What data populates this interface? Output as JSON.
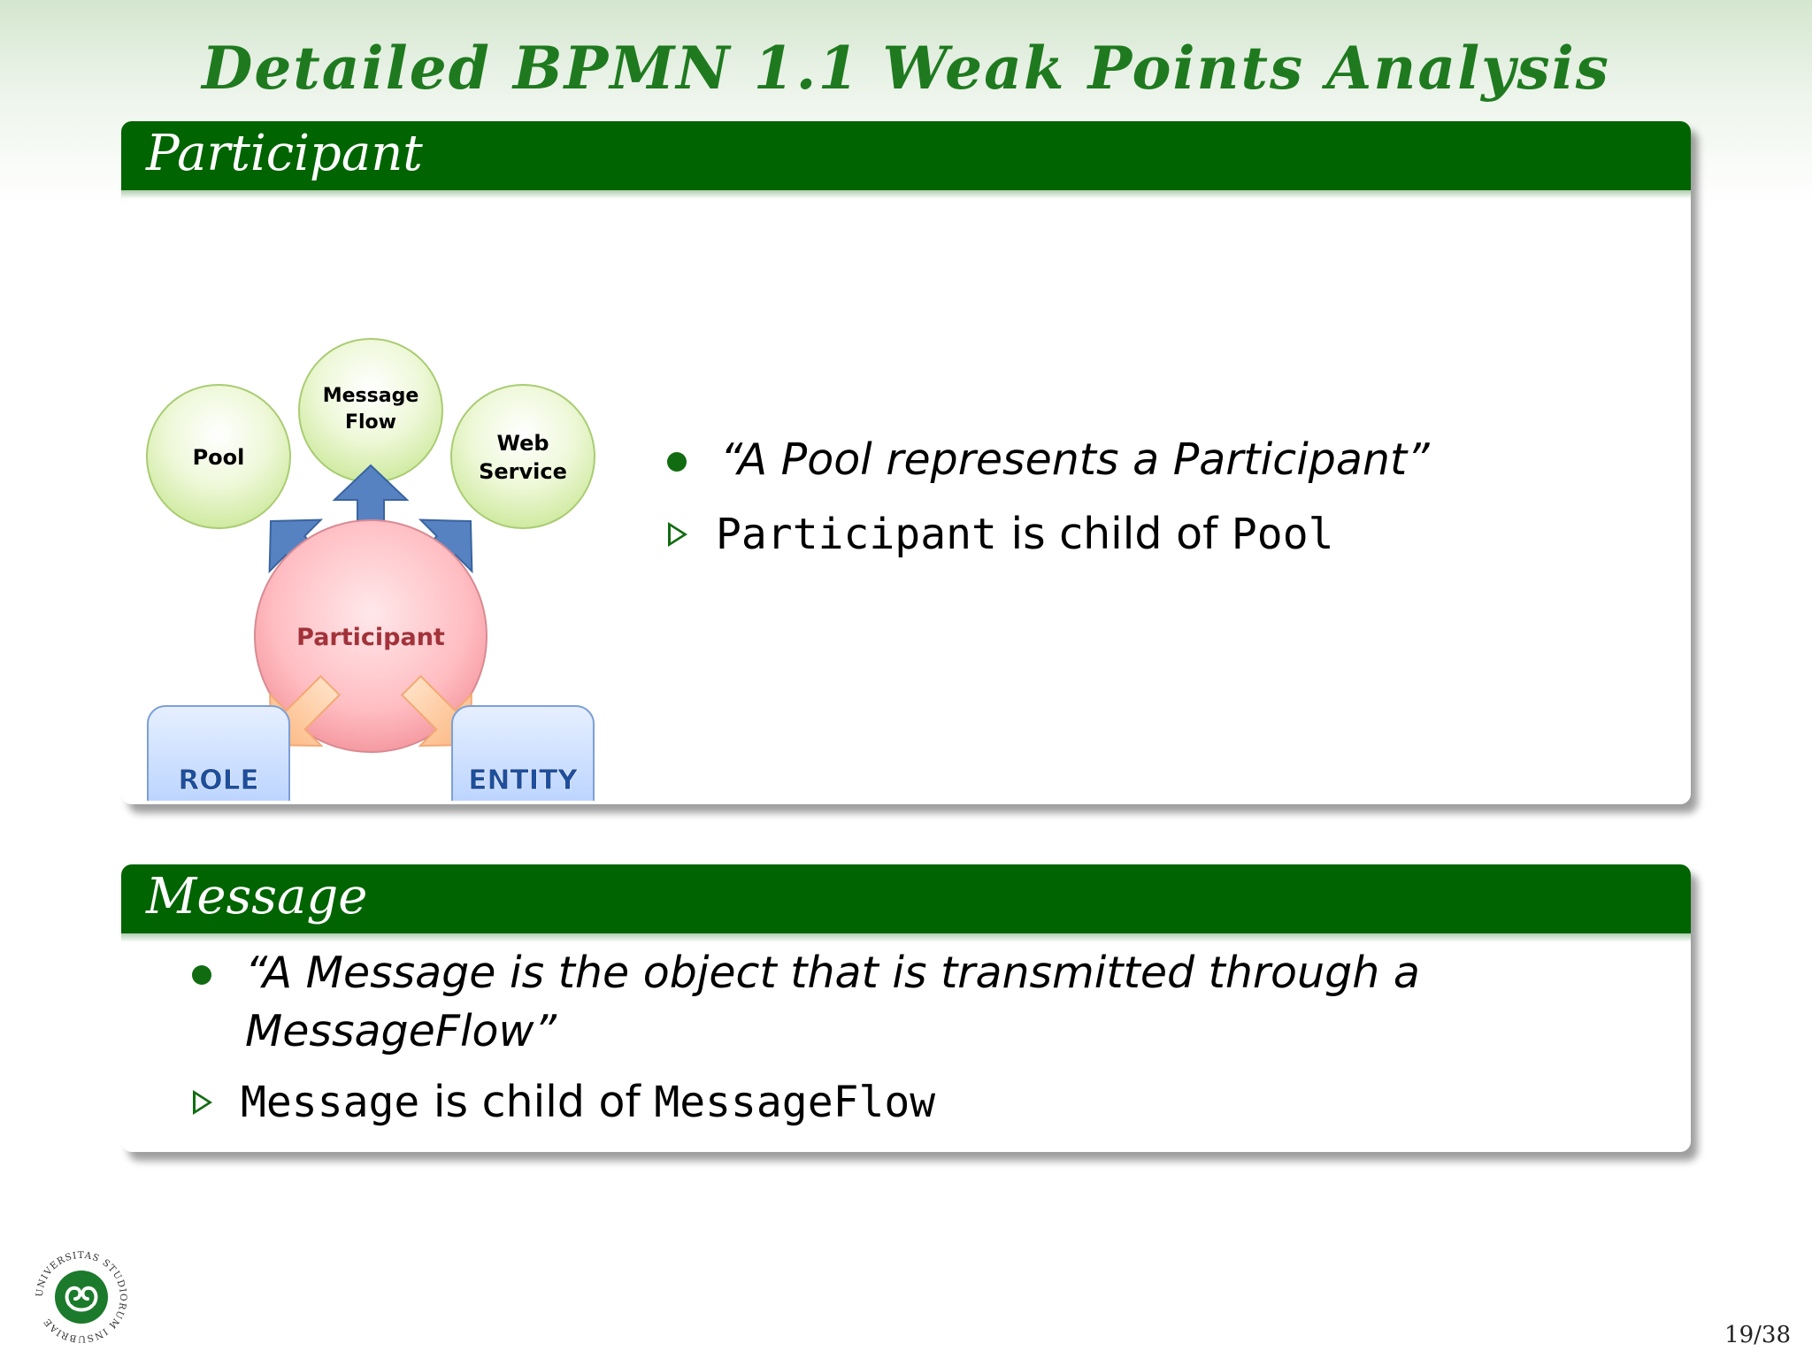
{
  "slide": {
    "title": "Detailed BPMN 1.1 Weak Points Analysis",
    "page_number": "19/38"
  },
  "participant_block": {
    "title": "Participant",
    "diagram": {
      "pool": "Pool",
      "message_flow_line1": "Message",
      "message_flow_line2": "Flow",
      "web_service_line1": "Web",
      "web_service_line2": "Service",
      "participant": "Participant",
      "role": "ROLE",
      "entity": "ENTITY"
    },
    "quote": "“A Pool represents a Participant”",
    "relation": {
      "subject": "Participant",
      "connector": " is child of ",
      "object": "Pool"
    }
  },
  "message_block": {
    "title": "Message",
    "quote_line1": "“A Message is the object that is transmitted through a",
    "quote_line2": "MessageFlow”",
    "relation": {
      "subject": "Message",
      "connector": " is child of ",
      "object": "MessageFlow"
    }
  },
  "logo": {
    "text": "UNIVERSITAS STUDIORUM INSUBRIAE"
  },
  "colors": {
    "accent_green": "#006400",
    "title_green": "#1f7a1f",
    "bullet_green": "#116c11"
  }
}
